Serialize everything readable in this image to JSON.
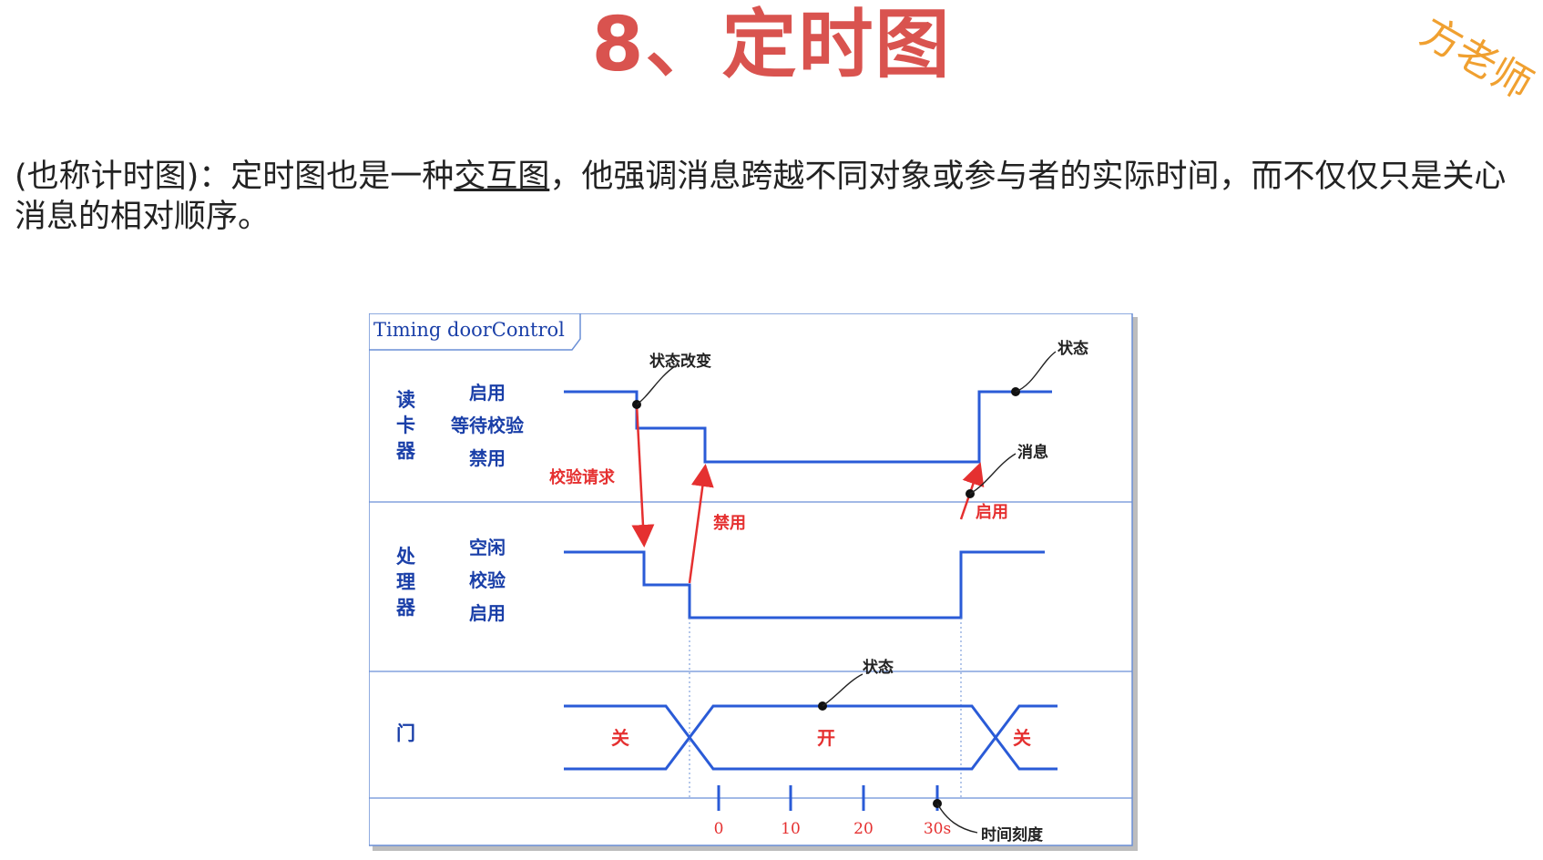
{
  "slide": {
    "title": "8、定时图",
    "watermark": "方老师",
    "desc_prefix": "(也称计时图)：定时图也是一种",
    "desc_link": "交互图",
    "desc_suffix": "，他强调消息跨越不同对象或参与者的实际时间，而不仅仅只是关心消息的相对顺序。"
  },
  "diagram": {
    "frame_title": "Timing doorControl",
    "lanes": [
      {
        "name": "读卡器",
        "chars": [
          "读",
          "卡",
          "器"
        ],
        "states": [
          "启用",
          "等待校验",
          "禁用"
        ]
      },
      {
        "name": "处理器",
        "chars": [
          "处",
          "理",
          "器"
        ],
        "states": [
          "空闲",
          "校验",
          "启用"
        ]
      },
      {
        "name": "门",
        "chars": [
          "门"
        ],
        "states": []
      }
    ],
    "door_states": [
      "关",
      "开",
      "关"
    ],
    "messages": [
      "校验请求",
      "禁用",
      "启用"
    ],
    "annotations": {
      "state_change": "状态改变",
      "state_top": "状态",
      "message": "消息",
      "state_door": "状态",
      "time_scale": "时间刻度"
    },
    "ticks": [
      "0",
      "10",
      "20",
      "30s"
    ],
    "colors": {
      "lifeline": "#2a5bd7",
      "message": "#e53030",
      "frame": "#6a8fd6",
      "label": "#1a3fa8"
    }
  }
}
